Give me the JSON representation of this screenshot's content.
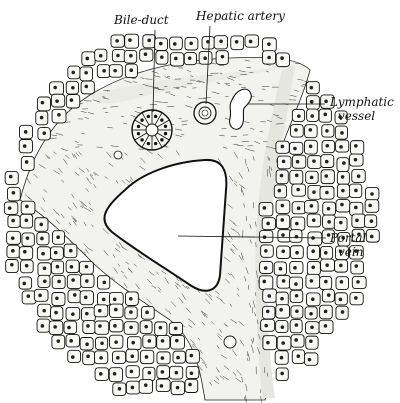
{
  "figure": {
    "labels": {
      "bile_duct": "Bile-duct",
      "hepatic_artery": "Hepatic artery",
      "lymphatic_vessel_line1": "Lymphatic",
      "lymphatic_vessel_line2": "vessel",
      "portal_vein_line1": "Portal",
      "portal_vein_line2": "vein"
    },
    "colors": {
      "ink": "#111111",
      "paper": "#ffffff",
      "tissue": "#f4f4f0"
    }
  }
}
